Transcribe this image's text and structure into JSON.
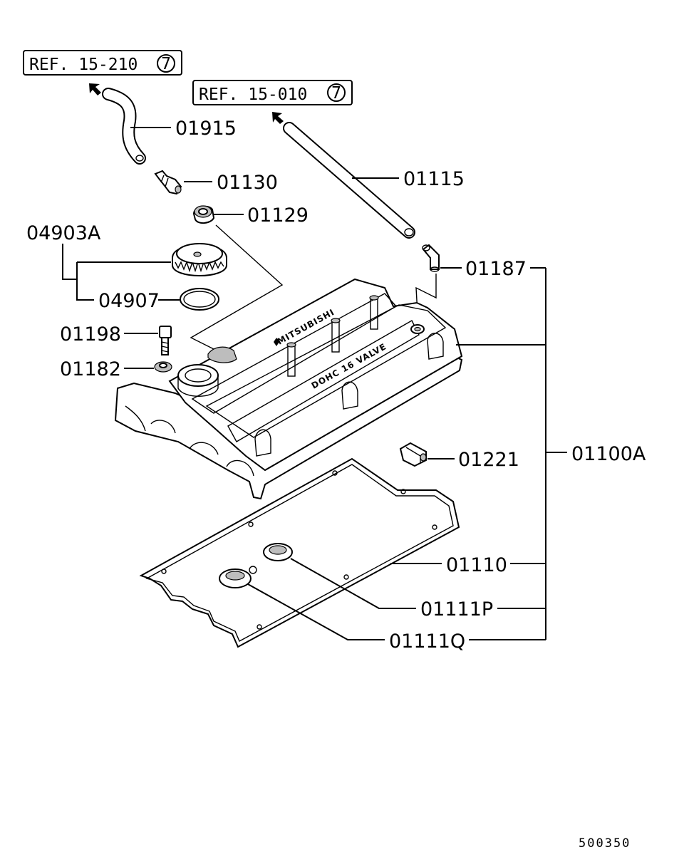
{
  "refs": {
    "ref_a": {
      "text": "REF. 15-210",
      "circle": "7"
    },
    "ref_b": {
      "text": "REF. 15-010",
      "circle": "7"
    }
  },
  "parts": {
    "p01915": "01915",
    "p01130": "01130",
    "p01115": "01115",
    "p01129": "01129",
    "p04903A": "04903A",
    "p01187": "01187",
    "p04907": "04907",
    "p01198": "01198",
    "p01182": "01182",
    "p01221": "01221",
    "p01100A": "01100A",
    "p01110": "01110",
    "p01111P": "01111P",
    "p01111Q": "01111Q"
  },
  "embossing": {
    "brand": "MITSUBISHI",
    "engine": "DOHC  16 VALVE"
  },
  "diagram_code": "500350"
}
